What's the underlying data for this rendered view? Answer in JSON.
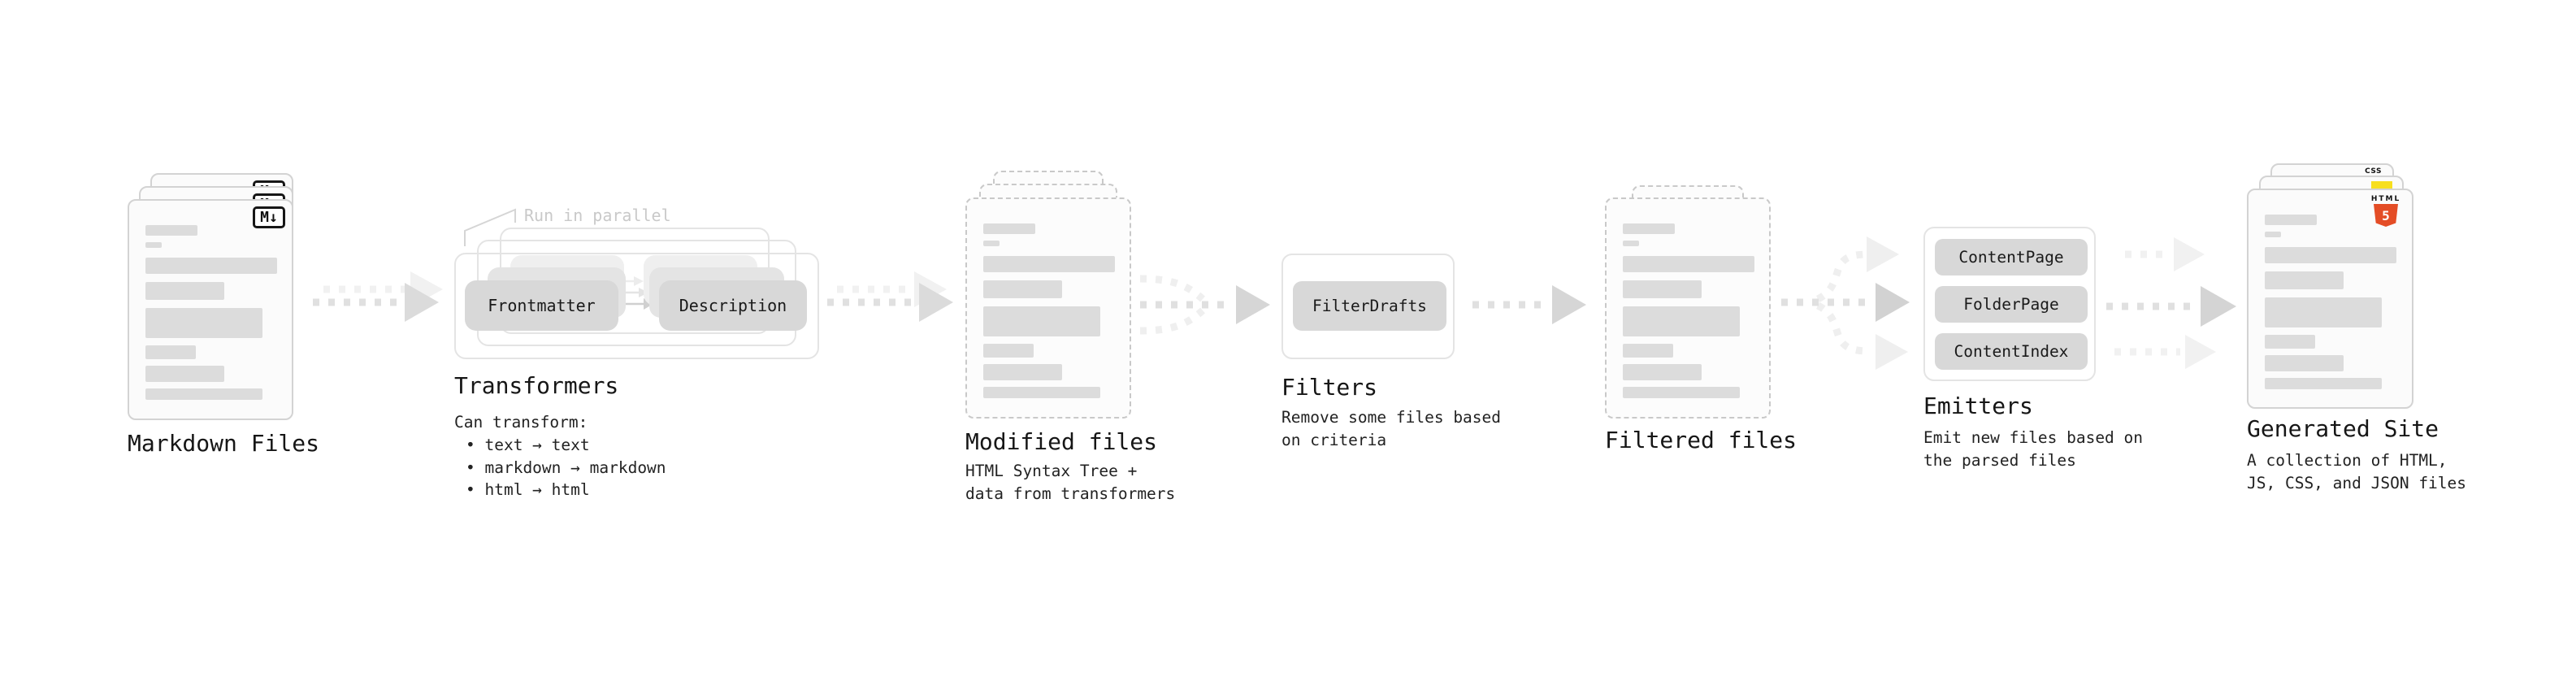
{
  "pipeline": {
    "markdown_files": {
      "title": "Markdown Files",
      "file_badge": "M↓"
    },
    "transformers": {
      "title": "Transformers",
      "annotation": "Run in parallel",
      "source_box": "Frontmatter",
      "result_box": "Description",
      "desc_heading": "Can transform:",
      "desc_bullets": [
        "• text → text",
        "• markdown → markdown",
        "• html → html"
      ]
    },
    "modified_files": {
      "title": "Modified files",
      "desc_lines": [
        "HTML Syntax Tree +",
        "data from transformers"
      ]
    },
    "filters": {
      "title": "Filters",
      "filter_box": "FilterDrafts",
      "desc_lines": [
        "Remove some files based",
        "on criteria"
      ]
    },
    "filtered_files": {
      "title": "Filtered files"
    },
    "emitters": {
      "title": "Emitters",
      "emitter_boxes": [
        "ContentPage",
        "FolderPage",
        "ContentIndex"
      ],
      "desc_lines": [
        "Emit new files based on",
        "the parsed files"
      ]
    },
    "generated_site": {
      "title": "Generated Site",
      "desc_lines": [
        "A collection of HTML,",
        "JS, CSS, and JSON files"
      ],
      "file_badges": {
        "html_label": "HTML",
        "html_number": "5",
        "css_label": "CSS"
      }
    }
  },
  "colors": {
    "html5_orange": "#e44d26",
    "js_yellow": "#f7df1e",
    "css_blue": "#2760e6",
    "box_gray": "#d8d8d8",
    "arrow_gray": "#dedede",
    "arrow_faint": "#f0f0f0",
    "annotation_gray": "#c9c9c9"
  }
}
